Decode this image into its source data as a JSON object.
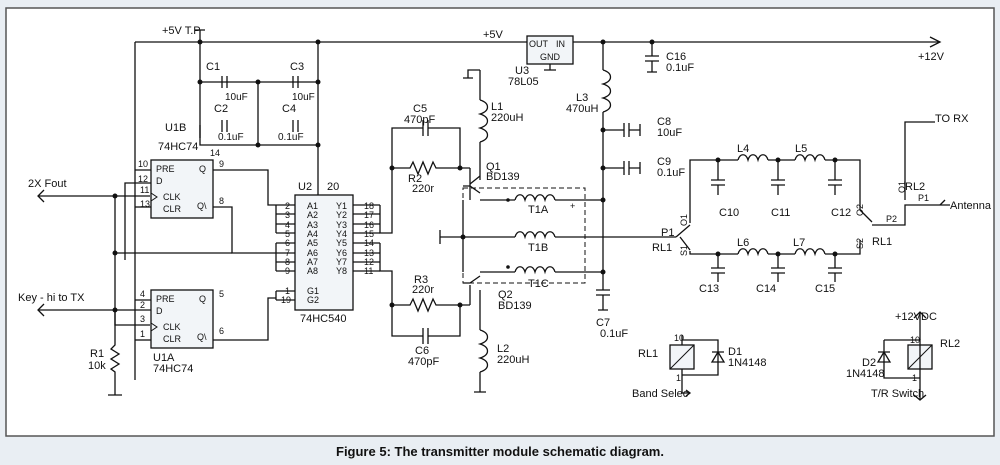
{
  "caption": "Figure 5: The transmitter module schematic diagram.",
  "nets": {
    "tp": "+5V T.P",
    "v5": "+5V",
    "v12": "+12V",
    "v12dc": "+12VDC"
  },
  "inputs": {
    "fout": "2X Fout",
    "key": "Key - hi to TX"
  },
  "outputs": {
    "torx": "TO RX",
    "antenna": "Antenna",
    "bandsel": "Band Selec",
    "trswitch": "T/R Switch"
  },
  "u1b": {
    "name": "U1B",
    "part": "74HC74",
    "pin_top": "14",
    "pre": "PRE",
    "d": "D",
    "clk": "CLK",
    "clr": "CLR",
    "q": "Q",
    "qbar": "Q\\",
    "p10": "10",
    "p12": "12",
    "p11": "11",
    "p13": "13",
    "p9": "9",
    "p8": "8"
  },
  "u1a": {
    "name": "U1A",
    "part": "74HC74",
    "pre": "PRE",
    "d": "D",
    "clk": "CLK",
    "clr": "CLR",
    "q": "Q",
    "qbar": "Q\\",
    "p4": "4",
    "p2": "2",
    "p3": "3",
    "p1": "1",
    "p5": "5",
    "p6": "6"
  },
  "u2": {
    "name": "U2",
    "part": "74HC540",
    "pin_top": "20",
    "a": [
      "A1",
      "A2",
      "A3",
      "A4",
      "A5",
      "A6",
      "A7",
      "A8"
    ],
    "y": [
      "Y1",
      "Y2",
      "Y3",
      "Y4",
      "Y5",
      "Y6",
      "Y7",
      "Y8"
    ],
    "pa": [
      "2",
      "3",
      "4",
      "5",
      "6",
      "7",
      "8",
      "9"
    ],
    "py": [
      "18",
      "17",
      "16",
      "15",
      "14",
      "13",
      "12",
      "11"
    ],
    "g1": "G1",
    "g2": "G2",
    "pg1": "1",
    "pg2": "19"
  },
  "u3": {
    "name": "U3",
    "part": "78L05",
    "out": "OUT",
    "in": "IN",
    "gnd": "GND"
  },
  "c1": {
    "name": "C1",
    "value": "10uF"
  },
  "c2": {
    "name": "C2",
    "value": "0.1uF"
  },
  "c3": {
    "name": "C3",
    "value": "10uF"
  },
  "c4": {
    "name": "C4",
    "value": "0.1uF"
  },
  "c5": {
    "name": "C5",
    "value": "470pF"
  },
  "c6": {
    "name": "C6",
    "value": "470pF"
  },
  "c7": {
    "name": "C7",
    "value": "0.1uF"
  },
  "c8": {
    "name": "C8",
    "value": "10uF"
  },
  "c9": {
    "name": "C9",
    "value": "0.1uF"
  },
  "c16": {
    "name": "C16",
    "value": "0.1uF"
  },
  "c10": "C10",
  "c11": "C11",
  "c12": "C12",
  "c13": "C13",
  "c14": "C14",
  "c15": "C15",
  "l1": {
    "name": "L1",
    "value": "220uH"
  },
  "l2": {
    "name": "L2",
    "value": "220uH"
  },
  "l3": {
    "name": "L3",
    "value": "470uH"
  },
  "l4": "L4",
  "l5": "L5",
  "l6": "L6",
  "l7": "L7",
  "r1": {
    "name": "R1",
    "value": "10k"
  },
  "r2": {
    "name": "R2",
    "value": "220r"
  },
  "r3": {
    "name": "R3",
    "value": "220r"
  },
  "q1": {
    "name": "Q1",
    "part": "BD139"
  },
  "q2": {
    "name": "Q2",
    "part": "BD139"
  },
  "t1a": "T1A",
  "t1b": "T1B",
  "t1c": "T1C",
  "rl1": {
    "name": "RL1",
    "p1": "P1",
    "o1": "O1",
    "s1": "S1",
    "o2": "O2",
    "s2": "S2",
    "p2": "P2"
  },
  "rl2": {
    "name": "RL2",
    "o1": "O1",
    "p1": "P1"
  },
  "d1": {
    "name": "D1",
    "part": "1N4148"
  },
  "d2": {
    "name": "D2",
    "part": "1N4148"
  },
  "relay_pins": {
    "ten": "10",
    "one": "1"
  }
}
